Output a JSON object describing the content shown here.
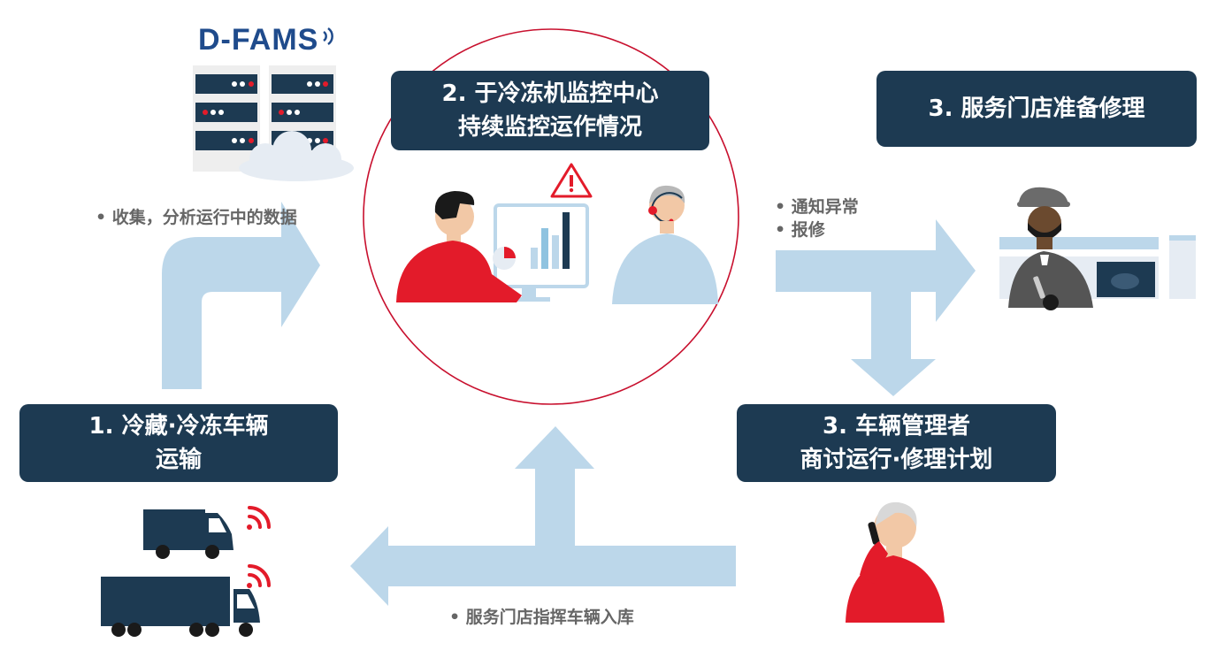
{
  "logo": {
    "text": "D-FAMS"
  },
  "steps": {
    "step1": {
      "line1": "1. 冷藏·冷冻车辆",
      "line2": "运输"
    },
    "step2": {
      "line1": "2. 于冷冻机监控中心",
      "line2": "持续监控运作情况"
    },
    "step3_store": {
      "line1": "3. 服务门店准备修理"
    },
    "step3_manager": {
      "line1": "3. 车辆管理者",
      "line2": "商讨运行·修理计划"
    }
  },
  "notes": {
    "collect": "• 收集，分析运行中的数据",
    "notify": "• 通知异常",
    "repair": "• 报修",
    "direct": "• 服务门店指挥车辆入库"
  },
  "colors": {
    "box_bg": "#1d3a52",
    "arrow": "#bcd7ea",
    "accent_red": "#e31b2a",
    "truck": "#1d3a52",
    "circle": "#c8102e"
  },
  "icons": [
    "server-icon",
    "cloud-icon",
    "wifi-icon",
    "truck-icon",
    "van-icon",
    "monitor-icon",
    "warning-icon",
    "operator-icon",
    "mechanic-icon",
    "phone-person-icon"
  ]
}
